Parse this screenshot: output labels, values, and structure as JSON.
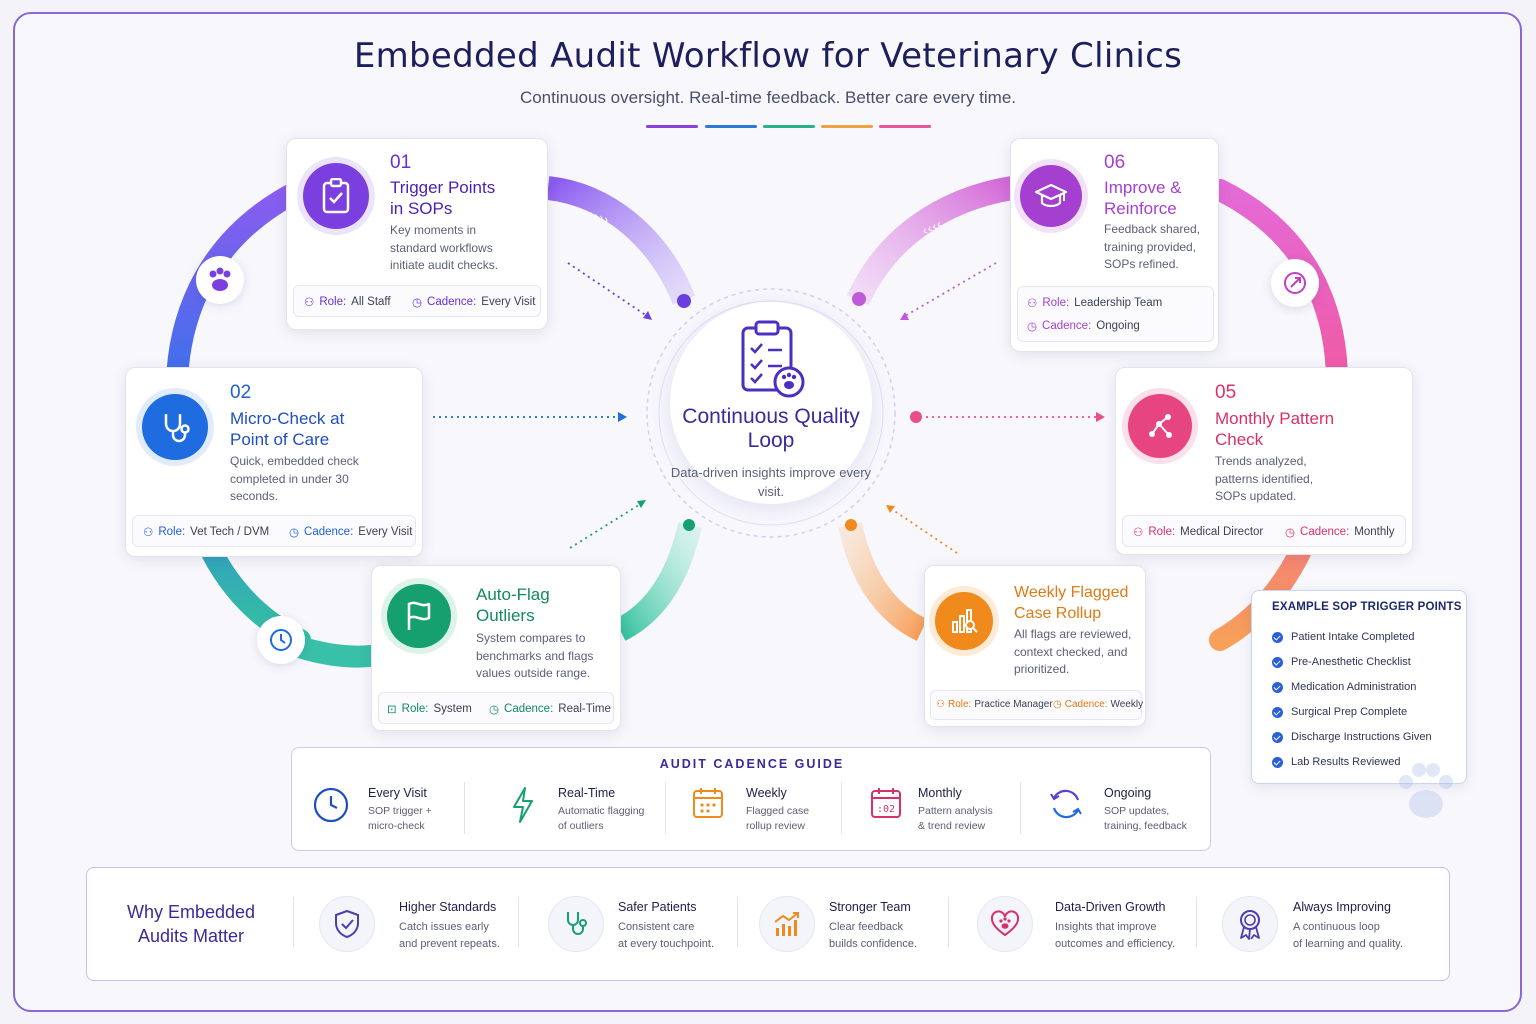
{
  "header": {
    "title": "Embedded Audit Workflow for Veterinary Clinics",
    "subtitle": "Continuous oversight. Real-time feedback. Better care every time.",
    "underline_colors": [
      "#8b3fd6",
      "#2a7ad8",
      "#27b38a",
      "#f0a040",
      "#e8569a"
    ]
  },
  "center": {
    "title": "Continuous Quality Loop",
    "description": "Data-driven insights improve every visit.",
    "icon": "clipboard-paw-icon"
  },
  "steps": [
    {
      "num": "01",
      "title": "Trigger Points in SOPs",
      "desc": "Key moments in standard workflows initiate audit checks.",
      "role_label": "Role:",
      "role": "All Staff",
      "cadence_label": "Cadence:",
      "cadence": "Every Visit",
      "color": "#7b3fe0",
      "icon": "clipboard-check-icon"
    },
    {
      "num": "02",
      "title": "Micro-Check at Point of Care",
      "desc": "Quick, embedded check completed in under 30 seconds.",
      "role_label": "Role:",
      "role": "Vet Tech / DVM",
      "cadence_label": "Cadence:",
      "cadence": "Every Visit",
      "color": "#1f6be0",
      "icon": "stethoscope-icon"
    },
    {
      "num": "",
      "title": "Auto-Flag Outliers",
      "desc": "System compares to benchmarks and flags values outside range.",
      "role_label": "Role:",
      "role": "System",
      "cadence_label": "Cadence:",
      "cadence": "Real-Time",
      "color": "#17a06f",
      "icon": "flag-icon"
    },
    {
      "num": "",
      "title": "Weekly Flagged Case Rollup",
      "desc": "All flags are reviewed, context checked, and prioritized.",
      "role_label": "Role:",
      "role": "Practice Manager",
      "cadence_label": "Cadence:",
      "cadence": "Weekly",
      "color": "#f08a1c",
      "icon": "chart-magnifier-icon"
    },
    {
      "num": "05",
      "title": "Monthly Pattern Check",
      "desc": "Trends analyzed, patterns identified, SOPs updated.",
      "role_label": "Role:",
      "role": "Medical Director",
      "cadence_label": "Cadence:",
      "cadence": "Monthly",
      "color": "#e6457f",
      "icon": "pattern-nodes-icon"
    },
    {
      "num": "06",
      "title": "Improve & Reinforce",
      "desc": "Feedback shared, training provided, SOPs refined.",
      "role_label": "Role:",
      "role": "Leadership Team",
      "cadence_label": "Cadence:",
      "cadence": "Ongoing",
      "color": "#a43fd0",
      "icon": "graduation-cap-icon"
    }
  ],
  "sop_triggers": {
    "title": "EXAMPLE SOP TRIGGER POINTS",
    "items": [
      "Patient Intake Completed",
      "Pre-Anesthetic Checklist",
      "Medication Administration",
      "Surgical Prep Complete",
      "Discharge Instructions Given",
      "Lab Results Reviewed"
    ]
  },
  "cadence_guide": {
    "title": "AUDIT CADENCE GUIDE",
    "items": [
      {
        "title": "Every Visit",
        "desc1": "SOP trigger +",
        "desc2": "micro-check",
        "icon": "clock-icon",
        "color": "#1f4fbf"
      },
      {
        "title": "Real-Time",
        "desc1": "Automatic flagging",
        "desc2": "of outliers",
        "icon": "lightning-icon",
        "color": "#17a06f"
      },
      {
        "title": "Weekly",
        "desc1": "Flagged case",
        "desc2": "rollup review",
        "icon": "calendar-icon",
        "color": "#f08a1c"
      },
      {
        "title": "Monthly",
        "desc1": "Pattern analysis",
        "desc2": "& trend review",
        "icon": "calendar-month-icon",
        "color": "#d8306a"
      },
      {
        "title": "Ongoing",
        "desc1": "SOP updates,",
        "desc2": "training, feedback",
        "icon": "refresh-icon",
        "color": "#5a3fd0"
      }
    ]
  },
  "why": {
    "title": "Why Embedded Audits Matter",
    "items": [
      {
        "title": "Higher Standards",
        "desc1": "Catch issues early",
        "desc2": "and prevent repeats.",
        "icon": "shield-check-icon",
        "color": "#4a3fb0"
      },
      {
        "title": "Safer Patients",
        "desc1": "Consistent care",
        "desc2": "at every touchpoint.",
        "icon": "stethoscope-icon",
        "color": "#17a06f"
      },
      {
        "title": "Stronger Team",
        "desc1": "Clear feedback",
        "desc2": "builds confidence.",
        "icon": "growth-chart-icon",
        "color": "#f08a1c"
      },
      {
        "title": "Data-Driven Growth",
        "desc1": "Insights that improve",
        "desc2": "outcomes and efficiency.",
        "icon": "heart-paw-icon",
        "color": "#d8306a"
      },
      {
        "title": "Always Improving",
        "desc1": "A continuous loop",
        "desc2": "of learning and quality.",
        "icon": "award-ribbon-icon",
        "color": "#4a3fb0"
      }
    ]
  }
}
